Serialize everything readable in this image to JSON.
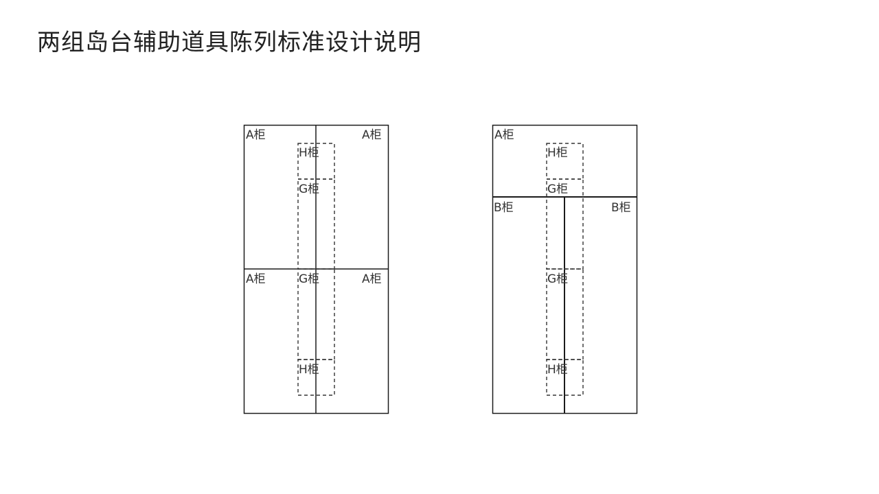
{
  "title": "两组岛台辅助道具陈列标准设计说明",
  "left_layout": {
    "top_left": "A柜",
    "top_right": "A柜",
    "top_h": "H柜",
    "top_g": "G柜",
    "bottom_left": "A柜",
    "bottom_g": "G柜",
    "bottom_right": "A柜",
    "bottom_h": "H柜"
  },
  "right_layout": {
    "top_a": "A柜",
    "top_h": "H柜",
    "top_g": "G柜",
    "b_left": "B柜",
    "b_right": "B柜",
    "mid_g": "G柜",
    "bottom_h": "H柜"
  }
}
